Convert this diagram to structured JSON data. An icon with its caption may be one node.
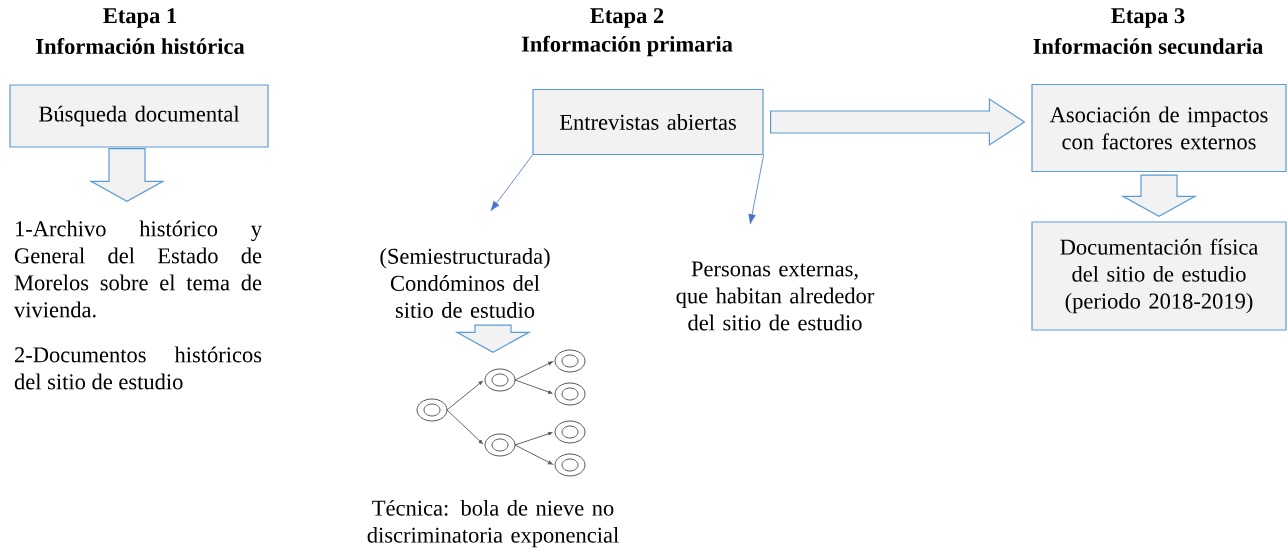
{
  "diagram": {
    "nodes": [
      {
        "text": [
          "Búsqueda documental"
        ]
      },
      {
        "text": [
          "1-Archivo histórico y General del Estado de Morelos sobre el tema de vivienda.",
          "2-Documentos históricos del sitio de estudio"
        ]
      },
      {
        "text": [
          "Entrevistas abiertas"
        ]
      },
      {
        "text": [
          "(Semiestructurada) Condóminos del sitio de estudio"
        ]
      },
      {
        "text": [
          "Personas externas, que habitan alrededor del sitio de estudio"
        ]
      },
      {
        "text": [],
        "shape": "picture",
        "beside": [
          "Técnica: bola de nieve no discriminatoria exponencial"
        ]
      },
      {
        "text": [
          "Asociación de impactos con factores externos"
        ]
      },
      {
        "text": [
          "Documentación física del sitio de estudio (periodo 2018-2019)"
        ]
      }
    ],
    "edges": [
      {
        "from": 0,
        "to": 1,
        "arrow": "to",
        "style": "thick"
      },
      {
        "from": 2,
        "to": 3,
        "arrow": "to",
        "color": "#4472c4"
      },
      {
        "from": 2,
        "to": 4,
        "arrow": "to",
        "color": "#4472c4"
      },
      {
        "from": 3,
        "to": 5,
        "arrow": "to",
        "style": "thick"
      },
      {
        "from": 2,
        "to": 6,
        "arrow": "to",
        "style": "thick"
      },
      {
        "from": 6,
        "to": 7,
        "arrow": "to",
        "style": "thick"
      }
    ],
    "labels": [
      "Etapa 1",
      "Información histórica",
      "Etapa 2",
      "Información primaria",
      "Etapa 3",
      "Información secundaria"
    ]
  }
}
